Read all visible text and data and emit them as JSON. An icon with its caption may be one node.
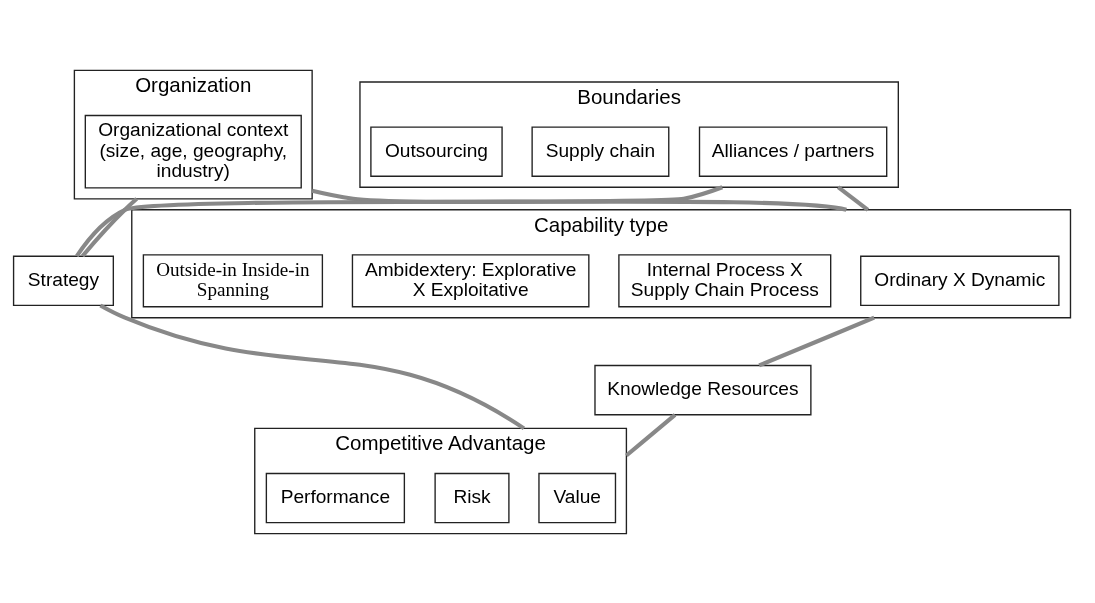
{
  "diagram": {
    "nodes": [
      {
        "text": [
          "Organization"
        ]
      },
      {
        "text": [
          "Organizational context (size, age, geography, industry)"
        ],
        "in": 0
      },
      {
        "text": [
          "Boundaries"
        ]
      },
      {
        "text": [
          "Alliances / partners"
        ],
        "in": 2
      },
      {
        "text": [
          "Supply chain"
        ],
        "in": 2
      },
      {
        "text": [
          "Outsourcing"
        ],
        "in": 2
      },
      {
        "text": [
          "Capability type"
        ]
      },
      {
        "text": [
          "Ordinary X Dynamic"
        ],
        "in": 6
      },
      {
        "text": [
          "Internal Process X Supply Chain Process"
        ],
        "in": 6
      },
      {
        "text": [
          "Ambidextery: Explorative X Exploitative"
        ],
        "in": 6
      },
      {
        "text": [
          "Outside-in Inside-in Spanning"
        ],
        "in": 6
      },
      {
        "text": [
          "Strategy"
        ]
      },
      {
        "text": [
          "Knowledge Resources"
        ]
      },
      {
        "text": [
          "Competitive Advantage"
        ]
      },
      {
        "text": [
          "Value"
        ],
        "in": 13
      },
      {
        "text": [
          "Risk"
        ],
        "in": 13
      },
      {
        "text": [
          "Performance"
        ],
        "in": 13
      }
    ],
    "edges": [
      {
        "from": 0,
        "to": 11,
        "arrow": "none"
      },
      {
        "from": 0,
        "to": 6,
        "arrow": "none"
      },
      {
        "from": 2,
        "to": 6,
        "arrow": "none"
      },
      {
        "from": 2,
        "to": 11,
        "arrow": "none"
      },
      {
        "from": 6,
        "to": 12,
        "arrow": "none"
      },
      {
        "from": 12,
        "to": 13,
        "arrow": "none"
      },
      {
        "from": 11,
        "to": 13,
        "arrow": "none"
      }
    ]
  }
}
